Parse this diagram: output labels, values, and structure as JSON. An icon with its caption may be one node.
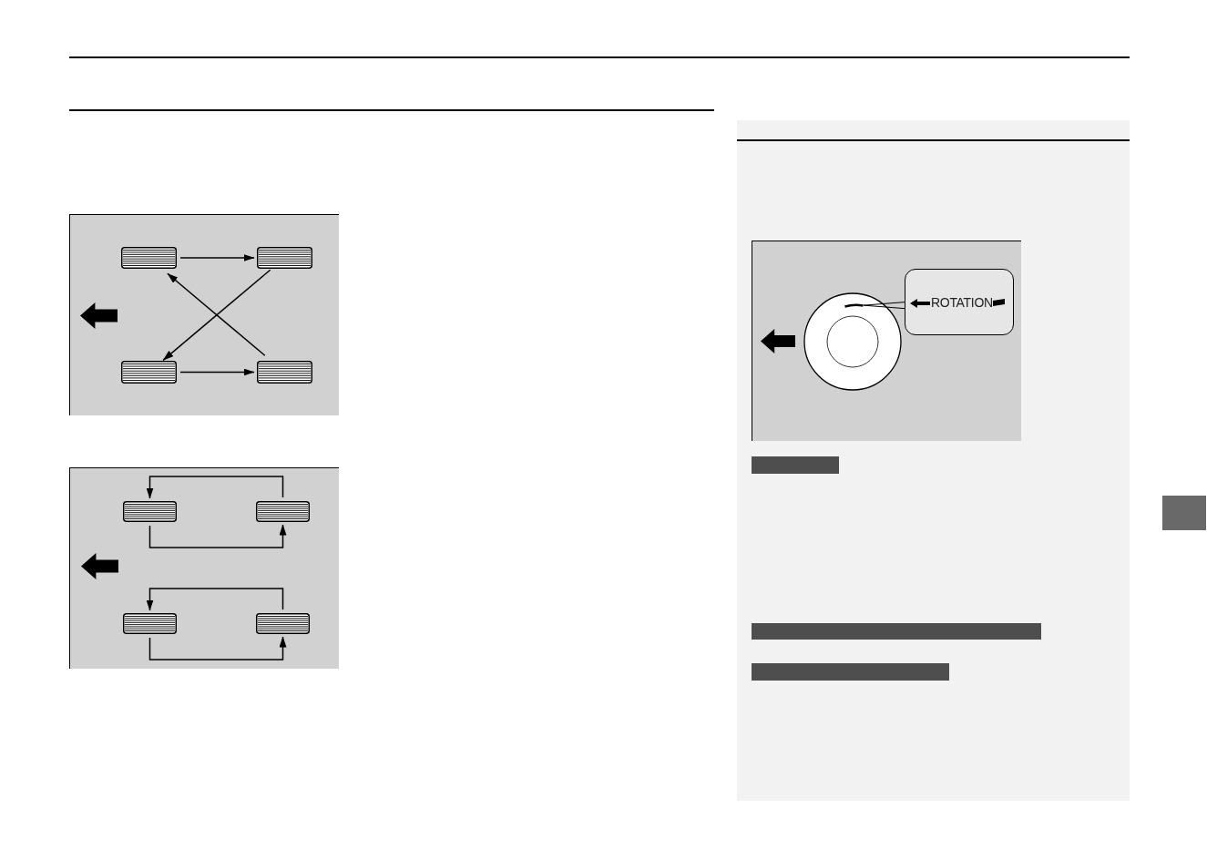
{
  "diagram": {
    "nodes": [
      {
        "text": [],
        "shape": "picture"
      },
      {
        "text": [],
        "shape": "picture"
      },
      {
        "text": [],
        "shape": "picture"
      },
      {
        "text": [],
        "shape": "picture"
      },
      {
        "text": [],
        "shape": "picture"
      },
      {
        "text": [],
        "shape": "picture"
      },
      {
        "text": [],
        "shape": "picture"
      },
      {
        "text": [],
        "shape": "picture"
      },
      {
        "text": [],
        "shape": "bar"
      },
      {
        "text": [
          "ROTATION"
        ]
      },
      {
        "text": [],
        "shape": "bar"
      },
      {
        "text": [],
        "shape": "bar"
      },
      {
        "text": [],
        "shape": "bar"
      }
    ],
    "edges": [
      {
        "from": 0,
        "to": 1,
        "arrow": "to"
      },
      {
        "from": 1,
        "to": 2,
        "arrow": "to"
      },
      {
        "from": 3,
        "to": 0,
        "arrow": "to"
      },
      {
        "from": 2,
        "to": 3,
        "arrow": "to"
      },
      {
        "from": 5,
        "to": 4,
        "arrow": "to"
      },
      {
        "from": 4,
        "to": 5,
        "arrow": "to"
      },
      {
        "from": 7,
        "to": 6,
        "arrow": "to"
      },
      {
        "from": 6,
        "to": 7,
        "arrow": "to"
      },
      {
        "from": 9,
        "to": 8,
        "arrow": "none"
      }
    ]
  }
}
